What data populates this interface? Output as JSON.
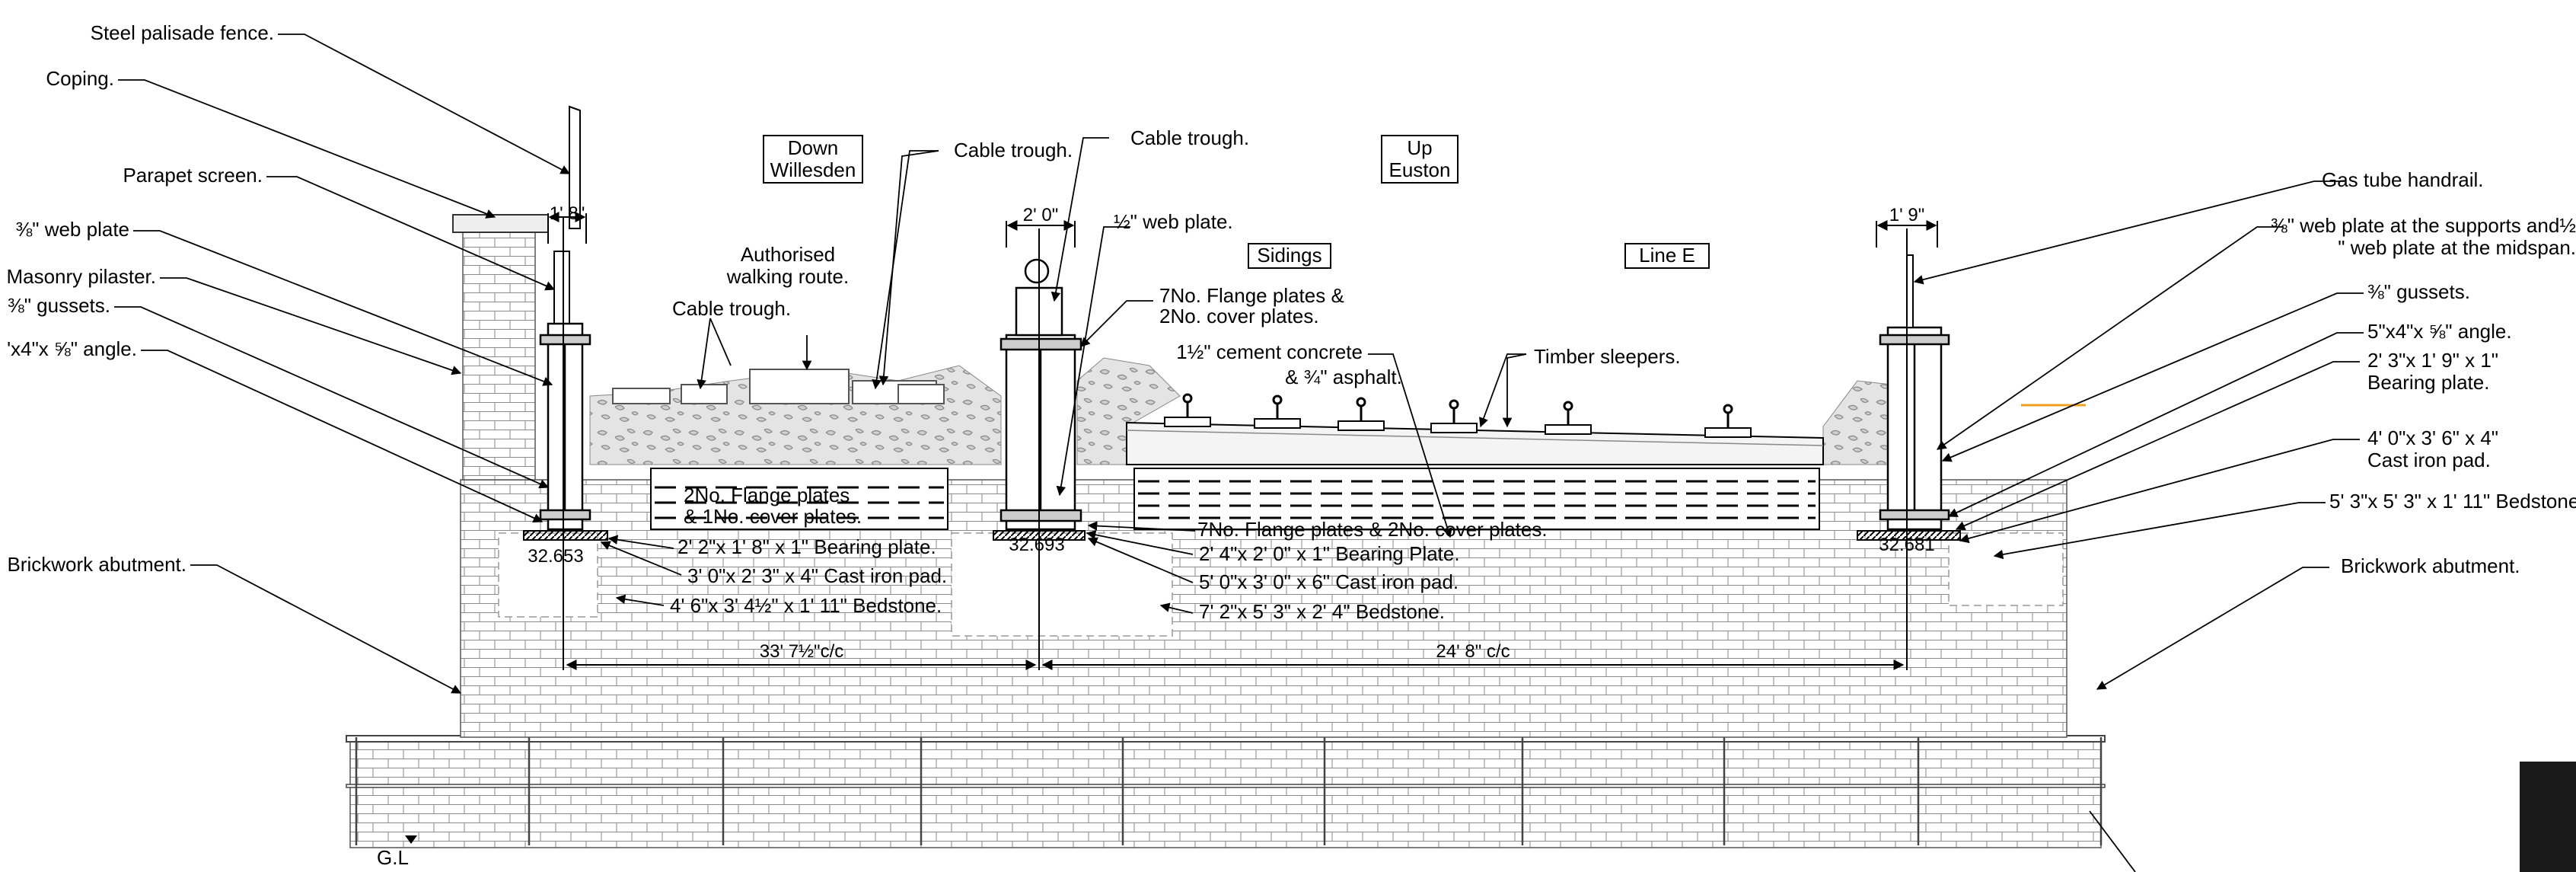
{
  "labels": {
    "steel_palisade_fence": "Steel palisade fence.",
    "coping": "Coping.",
    "parapet_screen": "Parapet screen.",
    "web_plate_left": "⅜\" web plate",
    "masonry_pilaster": "Masonry pilaster.",
    "gussets_left": "⅜\" gussets.",
    "angle_left": "'x4\"x ⅝\" angle.",
    "brickwork_abutment_left": "Brickwork abutment.",
    "down_willesden_1": "Down",
    "down_willesden_2": "Willesden",
    "up_euston_1": "Up",
    "up_euston_2": "Euston",
    "cable_trough_1": "Cable trough.",
    "cable_trough_2": "Cable trough.",
    "cable_trough_3": "Cable trough.",
    "authorised_walking_1": "Authorised",
    "authorised_walking_2": "walking route.",
    "half_web_plate": "½\" web plate.",
    "sidings": "Sidings",
    "line_e": "Line E",
    "flange_plates_centre_1": "7No. Flange plates &",
    "flange_plates_centre_2": "2No. cover plates.",
    "cement_concrete_1": "1½\" cement concrete",
    "cement_concrete_2": "& ¾\" asphalt.",
    "timber_sleepers": "Timber sleepers.",
    "gas_tube_handrail": "Gas tube handrail.",
    "web_plate_right_1": "⅜\" web plate at the supports and½",
    "web_plate_right_2": "\" web plate at the midspan.",
    "gussets_right": "⅜\" gussets.",
    "angle_right": "5\"x4\"x ⅝\" angle.",
    "bearing_plate_right_1": "2' 3\"x 1' 9\" x 1\"",
    "bearing_plate_right_2": "Bearing plate.",
    "cast_iron_pad_right_1": "4' 0\"x 3' 6\" x 4\"",
    "cast_iron_pad_right_2": "Cast iron pad.",
    "bedstone_right": "5' 3\"x 5' 3\" x 1' 11\" Bedstone.",
    "brickwork_abutment_right": "Brickwork abutment.",
    "two_flange_plates_1": "2No. Flange plates",
    "two_flange_plates_2": "& 1No. cover plates.",
    "bearing_plate_left": "2' 2\"x 1' 8\" x 1\" Bearing plate.",
    "cast_iron_pad_left": "3' 0\"x 2' 3\" x 4\" Cast iron pad.",
    "bedstone_left": "4' 6\"x 3' 4½\" x 1' 11\" Bedstone.",
    "seven_flange_plates_lower": "7No. Flange plates & 2No. cover plates.",
    "bearing_plate_centre": "2' 4\"x 2' 0\" x 1\" Bearing Plate.",
    "cast_iron_pad_centre": "5' 0\"x 3' 0\" x 6\" Cast iron pad.",
    "bedstone_centre": "7' 2\"x 5' 3\" x 2' 4\" Bedstone.",
    "gl": "G.L"
  },
  "dimensions": {
    "girder_left_width": "1' 8\"",
    "girder_centre_width": "2' 0\"",
    "girder_right_width": "1' 9\"",
    "span_left": "33' 7½\"c/c",
    "span_right": "24' 8\" c/c"
  },
  "levels": {
    "left": "32.653",
    "centre": "32.693",
    "right": "32.681"
  },
  "colors": {
    "line": "#000000",
    "brick": "#8a8a8a",
    "ballast": "#c4c4c4",
    "accent": "#f0a020"
  }
}
